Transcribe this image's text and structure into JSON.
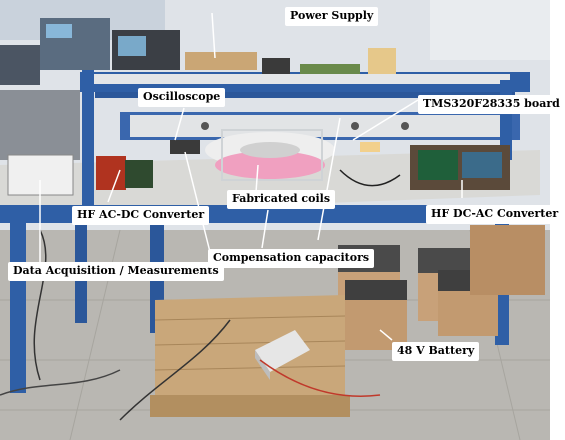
{
  "labels": {
    "power_supply": "Power Supply",
    "oscilloscope": "Oscilloscope",
    "tms_board": "TMS320F28335 board",
    "fabricated_coils": "Fabricated coils",
    "hf_acdc": "HF AC-DC Converter",
    "hf_dcac": "HF DC-AC Converter",
    "data_acq": "Data Acquisition / Measurements",
    "comp_caps": "Compensation capacitors",
    "battery": "48 V Battery"
  },
  "colors": {
    "bench_frame": "#2f5fa6",
    "bench_top": "#d9d9d6",
    "floor": "#b9b7b2",
    "wall": "#dfe3e8",
    "pallet": "#c9a77a",
    "boxes": "#c8a179",
    "arrow": "#ffffff"
  }
}
